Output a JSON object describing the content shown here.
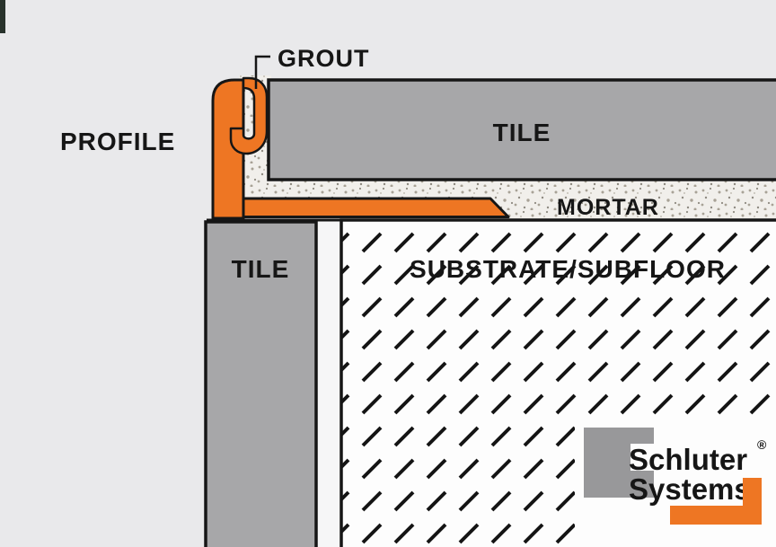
{
  "diagram": {
    "labels": {
      "grout": "GROUT",
      "profile": "PROFILE",
      "tile_top": "TILE",
      "mortar": "MORTAR",
      "tile_left": "TILE",
      "substrate": "SUBSTRATE/SUBFLOOR"
    }
  },
  "logo": {
    "name_line1": "Schluter",
    "name_line2": "Systems",
    "registered_mark": "®"
  },
  "colors": {
    "background": "#e9e9eb",
    "tile_gray": "#a7a7a9",
    "profile_orange": "#ee7623",
    "outline_black": "#161616",
    "speckle_bg": "#f1efeb",
    "substrate_bg": "#fdfdfd",
    "joint_white": "#f6f6f7",
    "logo_gray": "#98989a",
    "logo_text": "#2b2b2d"
  }
}
